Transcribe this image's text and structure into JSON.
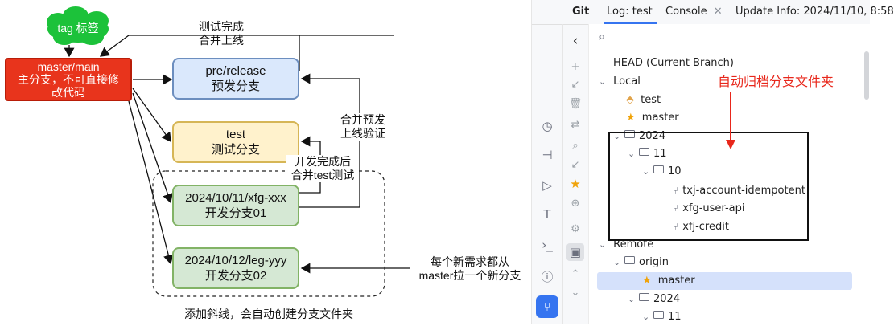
{
  "diagram": {
    "tag_label": "tag 标签",
    "master_node": "master/main\n主分支，不可直接修\n改代码",
    "prerelease_node": [
      "pre/release",
      "预发分支"
    ],
    "test_node": [
      "test",
      "测试分支"
    ],
    "feature1_node": [
      "2024/10/11/xfg-xxx",
      "开发分支01"
    ],
    "feature2_node": [
      "2024/10/12/leg-yyy",
      "开发分支02"
    ],
    "label_test_done": [
      "测试完成",
      "合并上线"
    ],
    "label_merge_pre": [
      "合并预发",
      "上线验证"
    ],
    "label_dev_done": [
      "开发完成后",
      "合并test测试"
    ],
    "label_new_req": [
      "每个新需求都从",
      "master拉一个新分支"
    ],
    "label_slash": "添加斜线，会自动创建分支文件夹",
    "colors": {
      "master": "#e8341c",
      "prerelease": "#dae8fc",
      "test": "#fff2cc",
      "feature": "#d5e8d4",
      "tag": "#1cc23a"
    }
  },
  "ide": {
    "tabs": [
      "Git",
      "Log: test",
      "Console",
      "Update Info: 2024/11/10, 8:58"
    ],
    "annotation": "自动归档分支文件夹",
    "tree": {
      "head": "HEAD (Current Branch)",
      "local": "Local",
      "test": "test",
      "master": "master",
      "folder_2024": "2024",
      "folder_11": "11",
      "folder_10": "10",
      "branch_a": "txj-account-idempotent",
      "branch_b": "xfg-user-api",
      "branch_c": "xfj-credit",
      "remote": "Remote",
      "origin": "origin",
      "remote_master": "master",
      "remote_2024": "2024",
      "remote_11": "11"
    }
  }
}
